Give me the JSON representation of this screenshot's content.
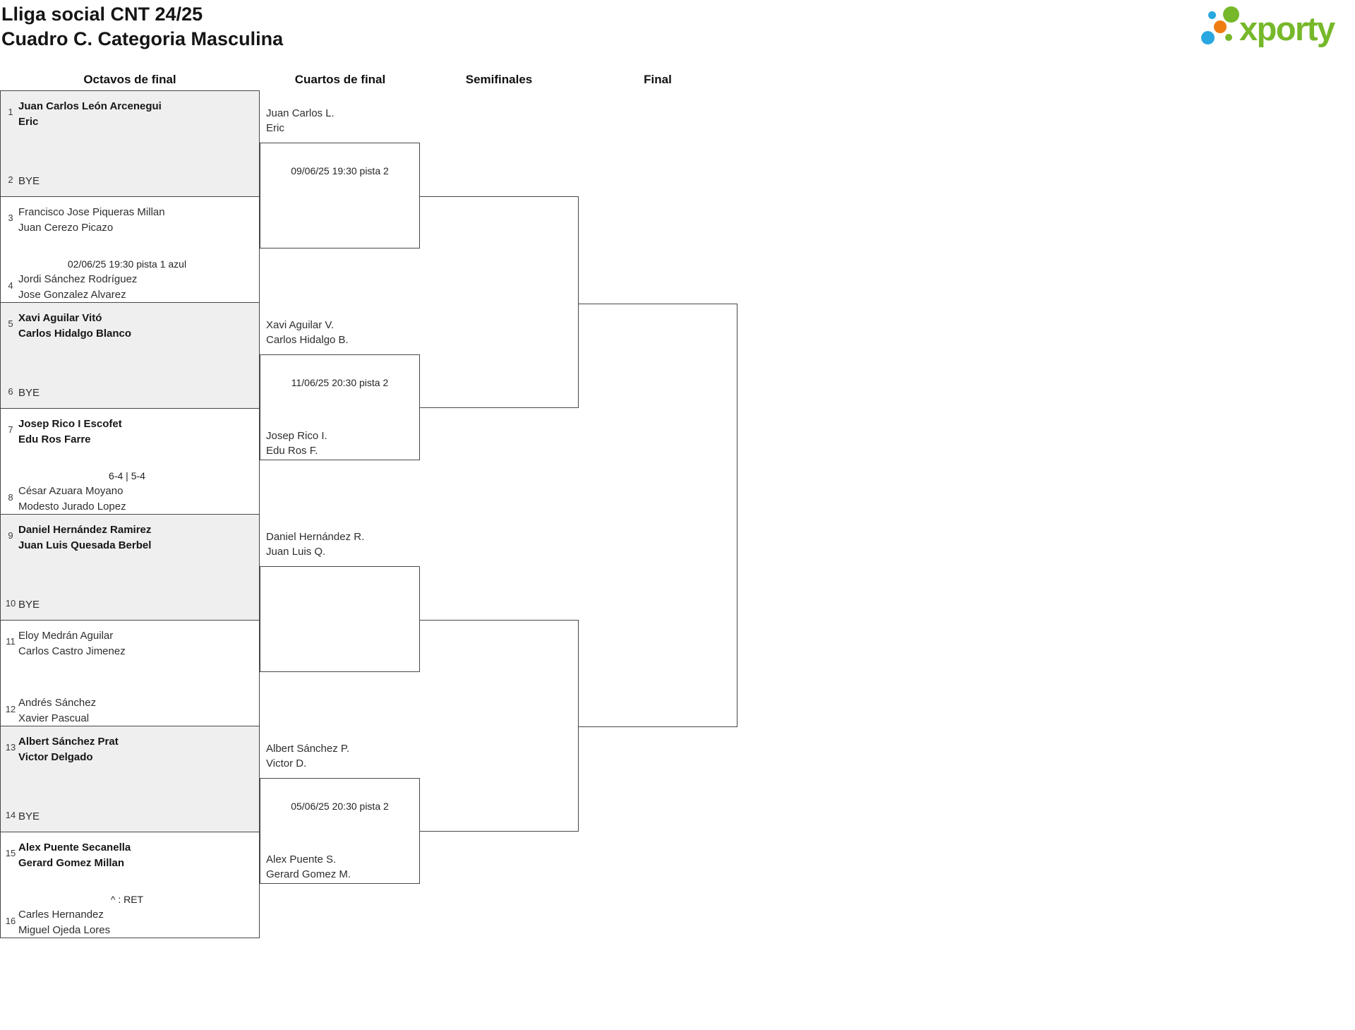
{
  "header": {
    "title": "Lliga social CNT 24/25",
    "subtitle": "Cuadro C. Categoria Masculina"
  },
  "logo": {
    "text": "xporty"
  },
  "columns": [
    "Octavos de final",
    "Cuartos de final",
    "Semifinales",
    "Final"
  ],
  "octavos": [
    {
      "top": {
        "num": "1",
        "lines": [
          "Juan Carlos León Arcenegui",
          "Eric"
        ]
      },
      "bottom": {
        "num": "2",
        "lines": [
          "BYE",
          ""
        ]
      },
      "center": ""
    },
    {
      "top": {
        "num": "3",
        "lines": [
          "Francisco Jose Piqueras Millan",
          "Juan Cerezo Picazo"
        ]
      },
      "bottom": {
        "num": "4",
        "lines": [
          "Jordi Sánchez Rodríguez",
          "Jose Gonzalez Alvarez"
        ]
      },
      "center": "02/06/25 19:30 pista 1 azul"
    },
    {
      "top": {
        "num": "5",
        "lines": [
          "Xavi Aguilar Vitó",
          "Carlos Hidalgo Blanco"
        ]
      },
      "bottom": {
        "num": "6",
        "lines": [
          "BYE",
          ""
        ]
      },
      "center": ""
    },
    {
      "top": {
        "num": "7",
        "lines": [
          "Josep Rico I Escofet",
          "Edu Ros Farre"
        ]
      },
      "bottom": {
        "num": "8",
        "lines": [
          "César Azuara Moyano",
          "Modesto Jurado Lopez"
        ]
      },
      "center": "6-4 | 5-4"
    },
    {
      "top": {
        "num": "9",
        "lines": [
          "Daniel Hernández Ramirez",
          "Juan Luis Quesada Berbel"
        ]
      },
      "bottom": {
        "num": "10",
        "lines": [
          "BYE",
          ""
        ]
      },
      "center": ""
    },
    {
      "top": {
        "num": "11",
        "lines": [
          "Eloy Medrán Aguilar",
          "Carlos Castro Jimenez"
        ]
      },
      "bottom": {
        "num": "12",
        "lines": [
          "Andrés Sánchez",
          "Xavier Pascual"
        ]
      },
      "center": ""
    },
    {
      "top": {
        "num": "13",
        "lines": [
          "Albert Sánchez Prat",
          "Victor Delgado"
        ]
      },
      "bottom": {
        "num": "14",
        "lines": [
          "BYE",
          ""
        ]
      },
      "center": ""
    },
    {
      "top": {
        "num": "15",
        "lines": [
          "Alex Puente Secanella",
          "Gerard Gomez Millan"
        ]
      },
      "bottom": {
        "num": "16",
        "lines": [
          "Carles Hernandez",
          "Miguel Ojeda Lores"
        ]
      },
      "center": "^ : RET"
    }
  ],
  "cuartos": [
    {
      "top": [
        "Juan Carlos L.",
        "Eric"
      ],
      "info": "09/06/25 19:30 pista 2",
      "bottom": [
        "",
        ""
      ]
    },
    {
      "top": [
        "Xavi Aguilar V.",
        "Carlos Hidalgo B."
      ],
      "info": "11/06/25 20:30 pista 2",
      "bottom": [
        "Josep Rico I.",
        "Edu Ros F."
      ]
    },
    {
      "top": [
        "Daniel Hernández R.",
        "Juan Luis Q."
      ],
      "info": "",
      "bottom": [
        "",
        ""
      ]
    },
    {
      "top": [
        "Albert Sánchez P.",
        "Victor D."
      ],
      "info": "05/06/25 20:30 pista 2",
      "bottom": [
        "Alex Puente S.",
        "Gerard Gomez M."
      ]
    }
  ],
  "colors": {
    "accent_green": "#76b82a",
    "accent_blue": "#29a7e0",
    "accent_orange": "#ee7c10",
    "shaded_row": "#efefef",
    "line": "#474747"
  }
}
